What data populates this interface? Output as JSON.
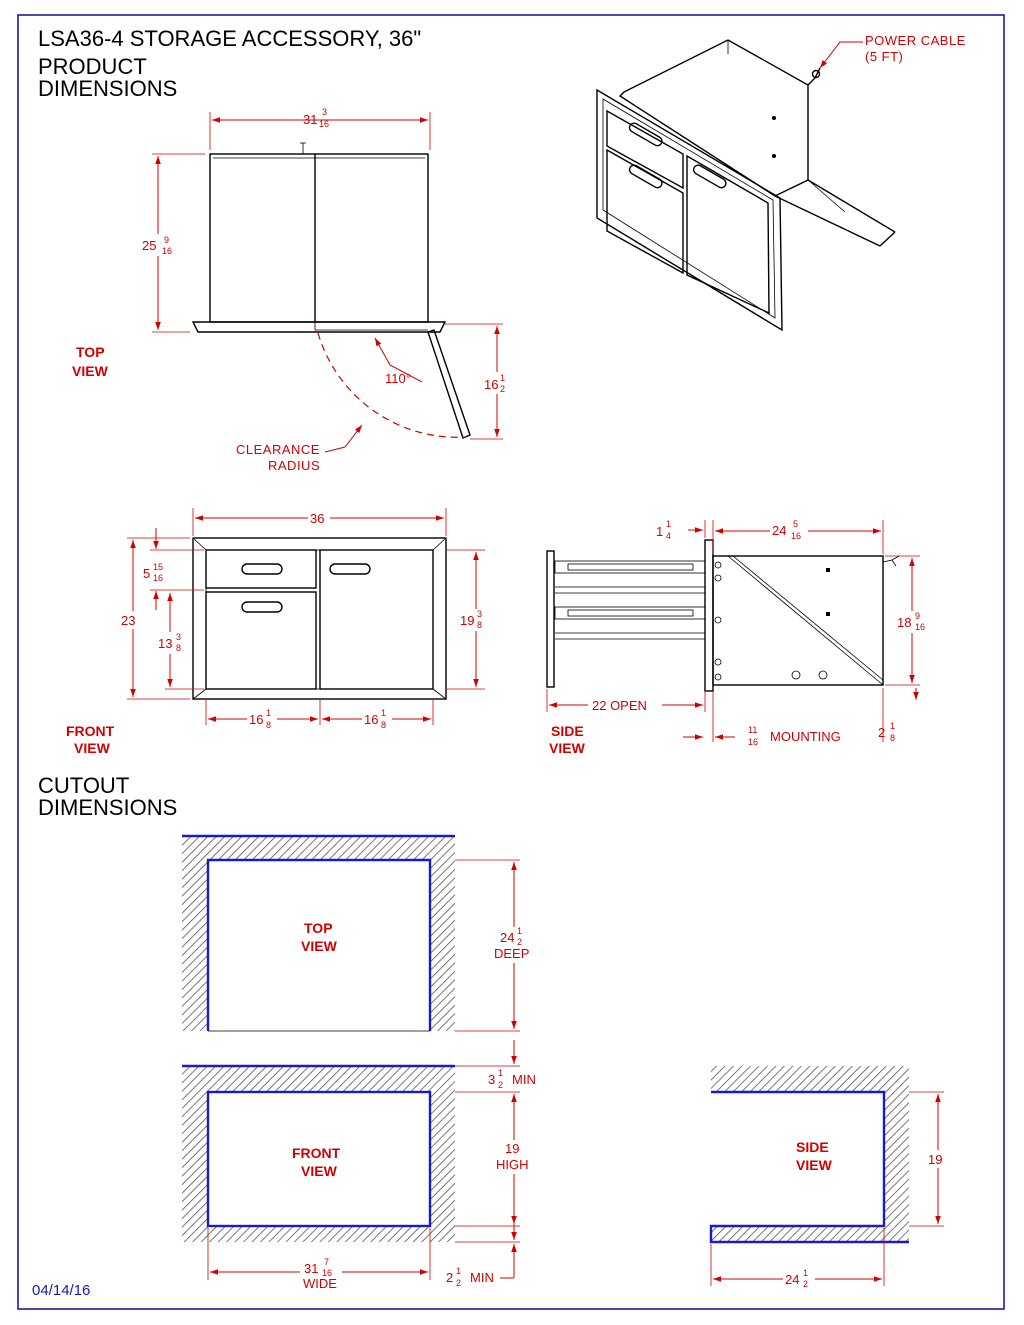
{
  "title": {
    "line1": "LSA36-4  STORAGE ACCESSORY, 36\"",
    "section1_line1": "PRODUCT",
    "section1_line2": "DIMENSIONS",
    "section2_line1": "CUTOUT",
    "section2_line2": "DIMENSIONS"
  },
  "iso_view": {
    "callout_line1": "POWER CABLE",
    "callout_line2": "(5 FT)"
  },
  "top_view": {
    "label_line1": "TOP",
    "label_line2": "VIEW",
    "width_whole": "31",
    "width_num": "3",
    "width_den": "16",
    "depth_whole": "25",
    "depth_num": "9",
    "depth_den": "16",
    "angle": "110°",
    "swing_whole": "16",
    "swing_num": "1",
    "swing_den": "2",
    "clearance_line1": "CLEARANCE",
    "clearance_line2": "RADIUS"
  },
  "front_view": {
    "label_line1": "FRONT",
    "label_line2": "VIEW",
    "width": "36",
    "height": "23",
    "drawer_whole": "5",
    "drawer_num": "15",
    "drawer_den": "16",
    "lower_whole": "13",
    "lower_num": "3",
    "lower_den": "8",
    "inner_whole": "19",
    "inner_num": "3",
    "inner_den": "8",
    "left_whole": "16",
    "left_num": "1",
    "left_den": "8",
    "right_whole": "16",
    "right_num": "1",
    "right_den": "8"
  },
  "side_view": {
    "label_line1": "SIDE",
    "label_line2": "VIEW",
    "flange_whole": "1",
    "flange_num": "1",
    "flange_den": "4",
    "depth_whole": "24",
    "depth_num": "5",
    "depth_den": "16",
    "height_whole": "18",
    "height_num": "9",
    "height_den": "16",
    "open_label": "22  OPEN",
    "mount_num": "11",
    "mount_den": "16",
    "mount_label": "MOUNTING",
    "back_whole": "2",
    "back_num": "1",
    "back_den": "8"
  },
  "cutout_top": {
    "label_line1": "TOP",
    "label_line2": "VIEW",
    "deep_whole": "24",
    "deep_num": "1",
    "deep_den": "2",
    "deep_label": "DEEP",
    "gap_whole": "3",
    "gap_num": "1",
    "gap_den": "2",
    "gap_label": "MIN"
  },
  "cutout_front": {
    "label_line1": "FRONT",
    "label_line2": "VIEW",
    "high_value": "19",
    "high_label": "HIGH",
    "wide_whole": "31",
    "wide_num": "7",
    "wide_den": "16",
    "wide_label": "WIDE",
    "min_whole": "2",
    "min_num": "1",
    "min_den": "2",
    "min_label": "MIN"
  },
  "cutout_side": {
    "label_line1": "SIDE",
    "label_line2": "VIEW",
    "height": "19",
    "depth_whole": "24",
    "depth_num": "1",
    "depth_den": "2"
  },
  "date": "04/14/16",
  "colors": {
    "dimension": "#d40000",
    "border": "#1a1aa8",
    "cutout_edge": "#1a1acc",
    "linework": "#000000"
  }
}
